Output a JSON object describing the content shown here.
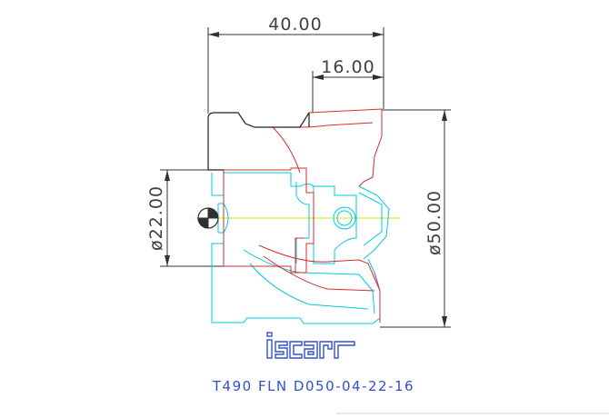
{
  "dimensions": {
    "overall_length": "40.00",
    "insert_length": "16.00",
    "bore_diameter": "ø22.00",
    "cutting_diameter": "ø50.00"
  },
  "logo": {
    "text": "iscar",
    "color": "#3050d0"
  },
  "title": "T490 FLN D050-04-22-16",
  "colors": {
    "dimension": "#303030",
    "body_outline": "#00c8e6",
    "insert_outline": "#d03030",
    "centerline": "#e0e000",
    "title": "#3050d0"
  }
}
